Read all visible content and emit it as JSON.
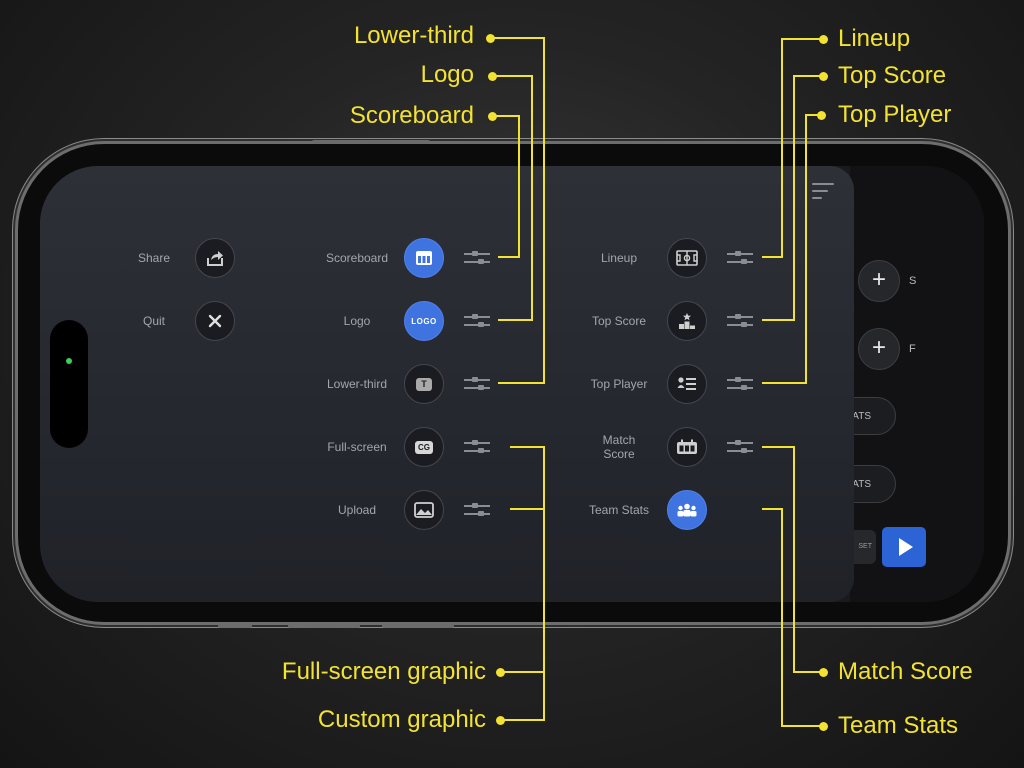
{
  "panel": {
    "left_column": [
      {
        "label": "Share",
        "icon": "share-icon"
      },
      {
        "label": "Quit",
        "icon": "close-icon"
      }
    ],
    "middle_column": [
      {
        "label": "Scoreboard",
        "icon": "scoreboard-icon",
        "active": true
      },
      {
        "label": "Logo",
        "icon": "logo-icon",
        "icon_text": "LOGO",
        "active": true
      },
      {
        "label": "Lower-third",
        "icon": "lower-third-icon",
        "icon_text": "T",
        "active": false
      },
      {
        "label": "Full-screen",
        "icon": "full-screen-icon",
        "icon_text": "CG",
        "active": false
      },
      {
        "label": "Upload",
        "icon": "image-upload-icon",
        "active": false
      }
    ],
    "right_column": [
      {
        "label": "Lineup",
        "icon": "lineup-icon",
        "active": false
      },
      {
        "label": "Top Score",
        "icon": "podium-icon",
        "active": false
      },
      {
        "label": "Top Player",
        "icon": "player-list-icon",
        "active": false
      },
      {
        "label": "Match Score",
        "label_lines": [
          "Match",
          "Score"
        ],
        "icon": "match-score-icon",
        "active": false
      },
      {
        "label": "Team Stats",
        "icon": "team-icon",
        "active": true
      }
    ]
  },
  "background_app": {
    "title": "學",
    "plus_labels": [
      "S",
      "F"
    ],
    "pill_labels": [
      "TATS",
      "TATS"
    ],
    "reset_label": "SET"
  },
  "annotations": {
    "left": [
      "Lower-third",
      "Logo",
      "Scoreboard",
      "Full-screen graphic",
      "Custom graphic"
    ],
    "right": [
      "Lineup",
      "Top Score",
      "Top Player",
      "Match Score",
      "Team Stats"
    ]
  },
  "colors": {
    "accent_blue": "#3f73e0",
    "annotation_yellow": "#f2e232",
    "panel_bg": "#272931",
    "indicator_green": "#3ad15a"
  }
}
